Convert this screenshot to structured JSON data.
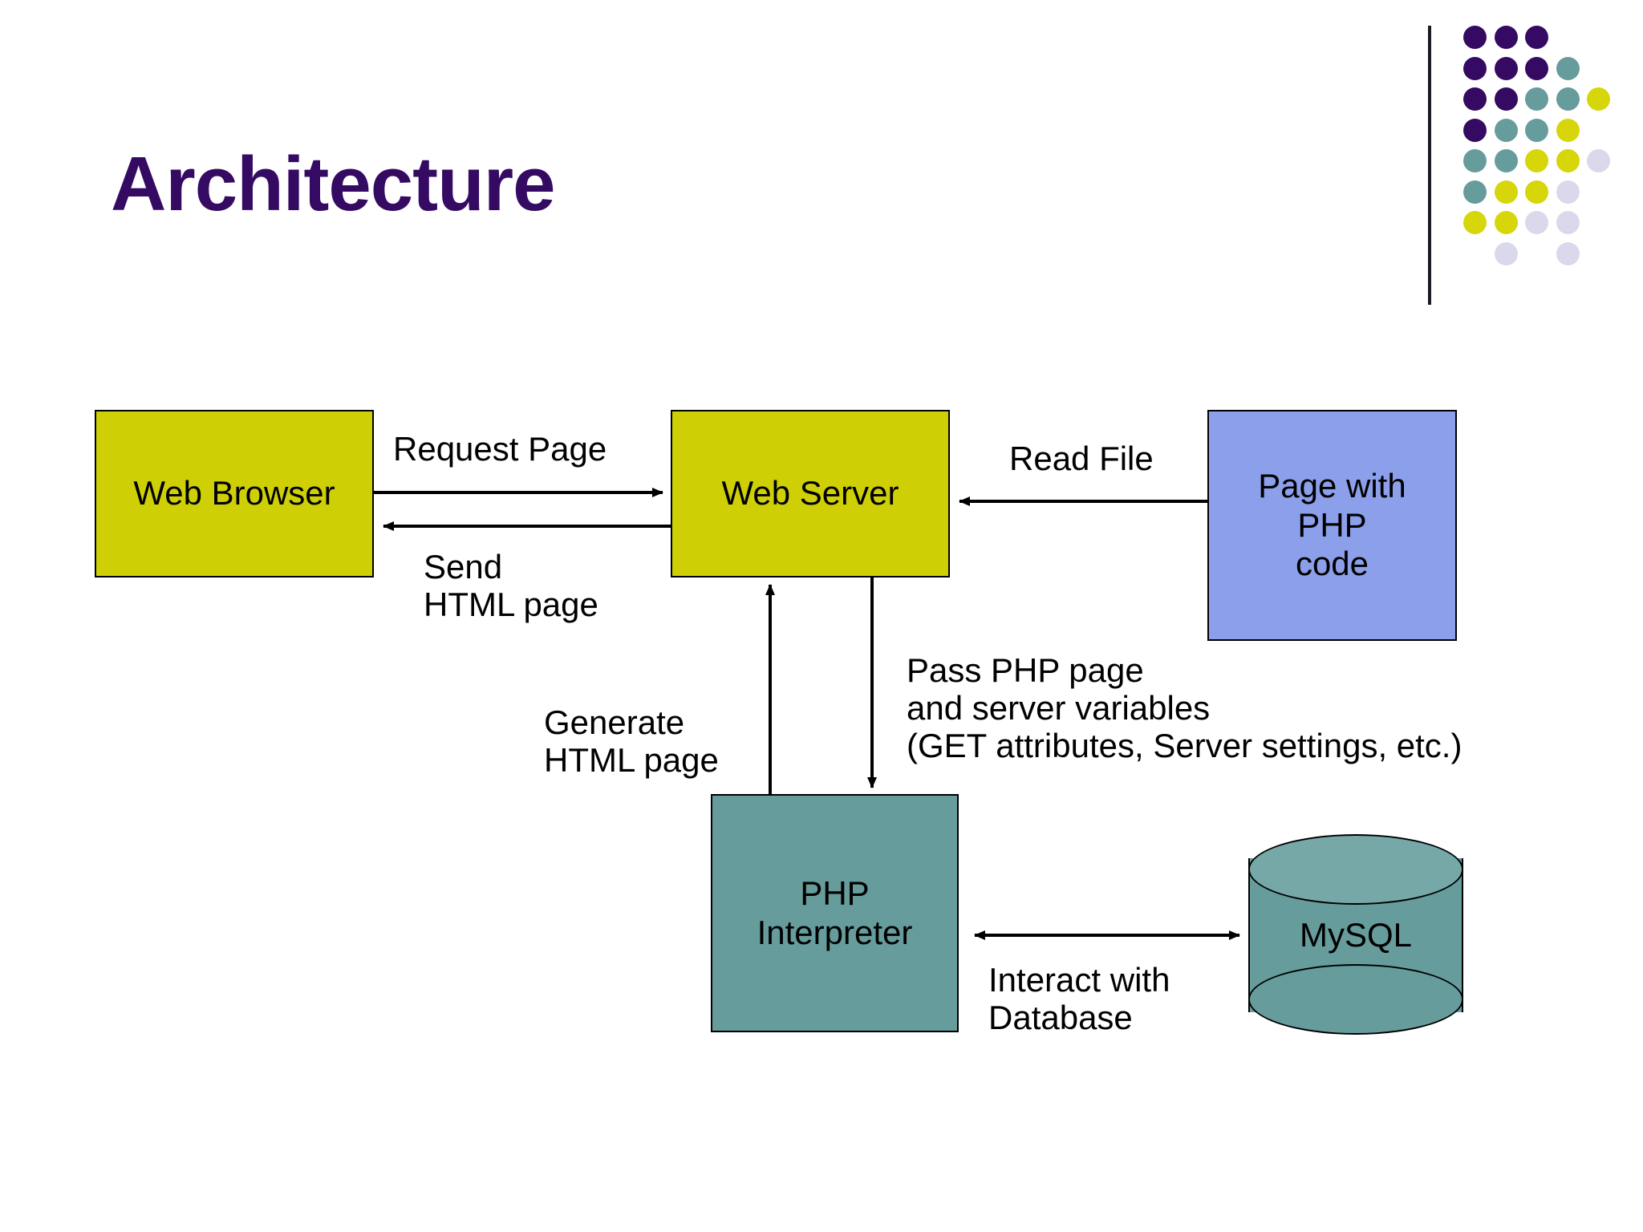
{
  "slide": {
    "title": "Architecture",
    "title_color": "#350A63",
    "background": "#FFFFFF"
  },
  "logo": {
    "name": "dot-matrix-logo",
    "colors": {
      "purple": "#350A63",
      "teal": "#679C9C",
      "yellow": "#D6D60A",
      "lavender": "#DAD9EC"
    },
    "rows": [
      [
        "purple",
        "purple",
        "purple",
        null,
        null
      ],
      [
        "purple",
        "purple",
        "purple",
        "teal",
        null
      ],
      [
        "purple",
        "purple",
        "teal",
        "teal",
        "yellow"
      ],
      [
        "purple",
        "teal",
        "teal",
        "yellow",
        null
      ],
      [
        "teal",
        "teal",
        "yellow",
        "yellow",
        "lavender"
      ],
      [
        "teal",
        "yellow",
        "yellow",
        "lavender",
        null
      ],
      [
        "yellow",
        "yellow",
        "lavender",
        "lavender",
        null
      ],
      [
        null,
        "lavender",
        null,
        "lavender",
        null
      ]
    ]
  },
  "diagram": {
    "type": "flowchart",
    "nodes": [
      {
        "id": "web-browser",
        "label": "Web Browser",
        "shape": "rect",
        "fill": "#CFCF06"
      },
      {
        "id": "web-server",
        "label": "Web Server",
        "shape": "rect",
        "fill": "#CFCF06"
      },
      {
        "id": "page-with-php",
        "label": "Page with\nPHP\ncode",
        "shape": "rect",
        "fill": "#8C9FEA"
      },
      {
        "id": "php-interpreter",
        "label": "PHP\nInterpreter",
        "shape": "rect",
        "fill": "#679C9C"
      },
      {
        "id": "mysql",
        "label": "MySQL",
        "shape": "cylinder",
        "fill": "#679C9C"
      }
    ],
    "edges": [
      {
        "id": "request-page",
        "from": "web-browser",
        "to": "web-server",
        "label": "Request Page",
        "direction": "one-way"
      },
      {
        "id": "send-html",
        "from": "web-server",
        "to": "web-browser",
        "label": "Send\nHTML page",
        "direction": "one-way"
      },
      {
        "id": "read-file",
        "from": "page-with-php",
        "to": "web-server",
        "label": "Read File",
        "direction": "one-way"
      },
      {
        "id": "generate-html",
        "from": "php-interpreter",
        "to": "web-server",
        "label": "Generate\nHTML page",
        "direction": "one-way"
      },
      {
        "id": "pass-php",
        "from": "web-server",
        "to": "php-interpreter",
        "label": "Pass PHP page\nand server variables\n(GET attributes, Server settings, etc.)",
        "direction": "one-way"
      },
      {
        "id": "interact-db",
        "from": "php-interpreter",
        "to": "mysql",
        "label": "Interact with\nDatabase",
        "direction": "two-way"
      }
    ]
  }
}
